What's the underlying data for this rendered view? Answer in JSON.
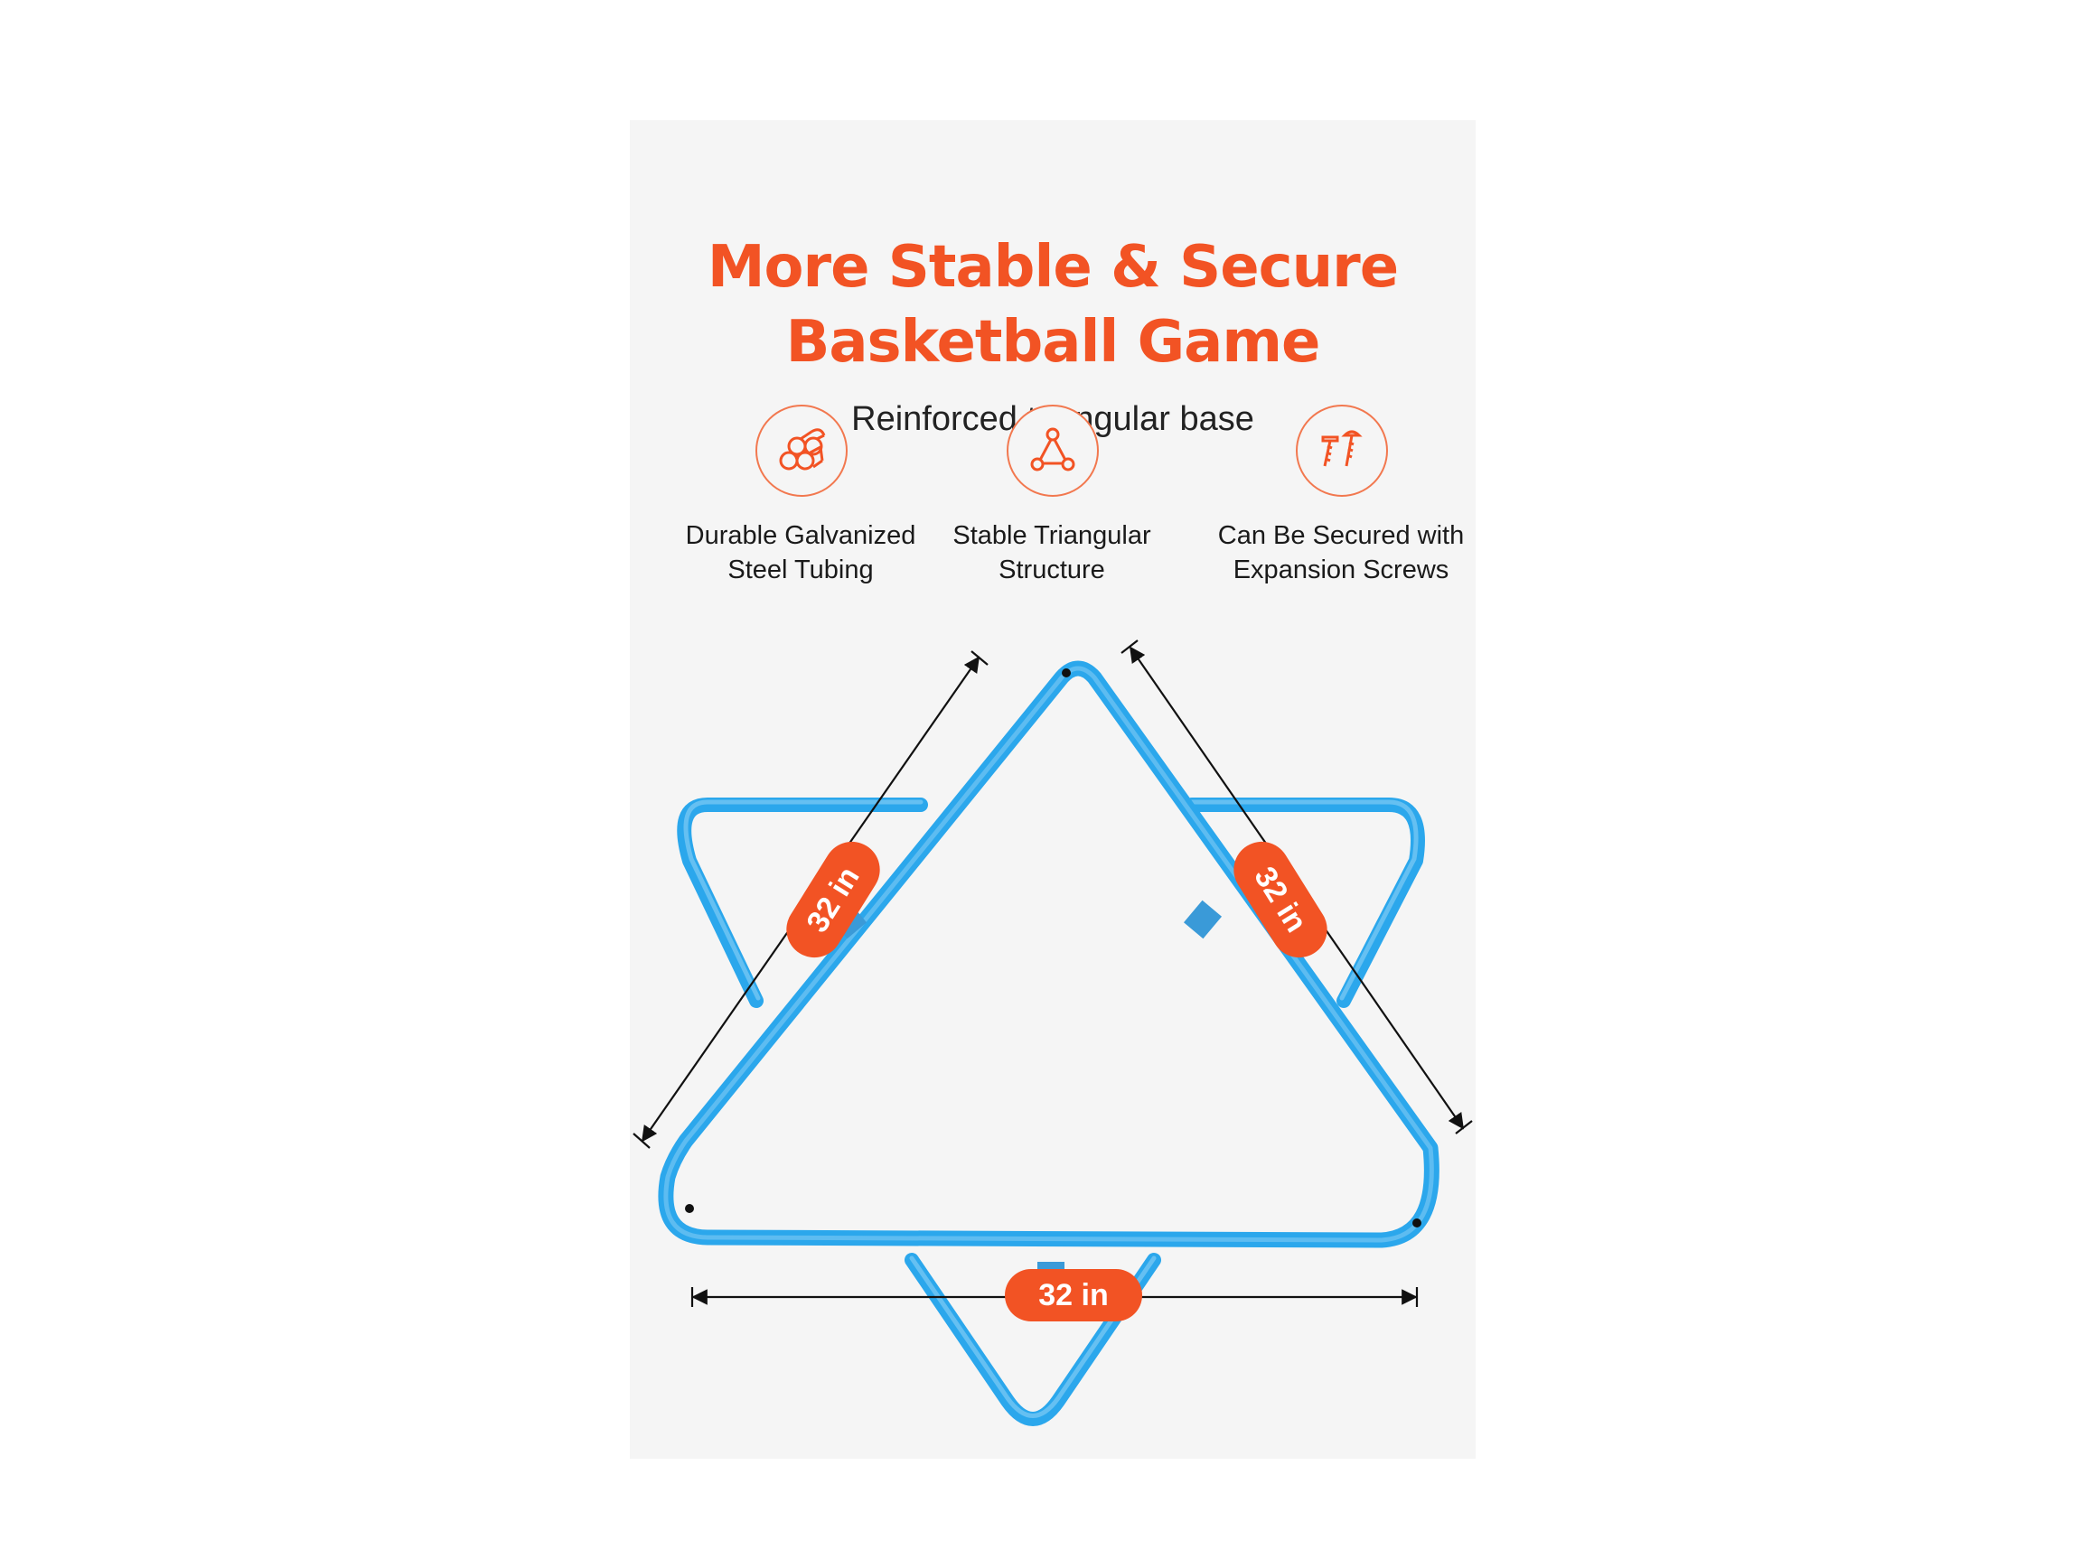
{
  "header": {
    "title_line1": "More Stable & Secure",
    "title_line2": "Basketball Game",
    "subtitle": "Reinforced triangular base"
  },
  "features": [
    {
      "icon": "steel-tubes-icon",
      "line1": "Durable Galvanized",
      "line2": "Steel Tubing"
    },
    {
      "icon": "triangle-structure-icon",
      "line1": "Stable Triangular",
      "line2": "Structure"
    },
    {
      "icon": "screws-icon",
      "line1": "Can Be Secured with",
      "line2": "Expansion Screws"
    }
  ],
  "dimensions": {
    "left_side": "32 in",
    "right_side": "32 in",
    "bottom_side": "32 in"
  },
  "colors": {
    "accent": "#f25324",
    "frame": "#2ba7ec",
    "background": "#f5f5f5"
  }
}
